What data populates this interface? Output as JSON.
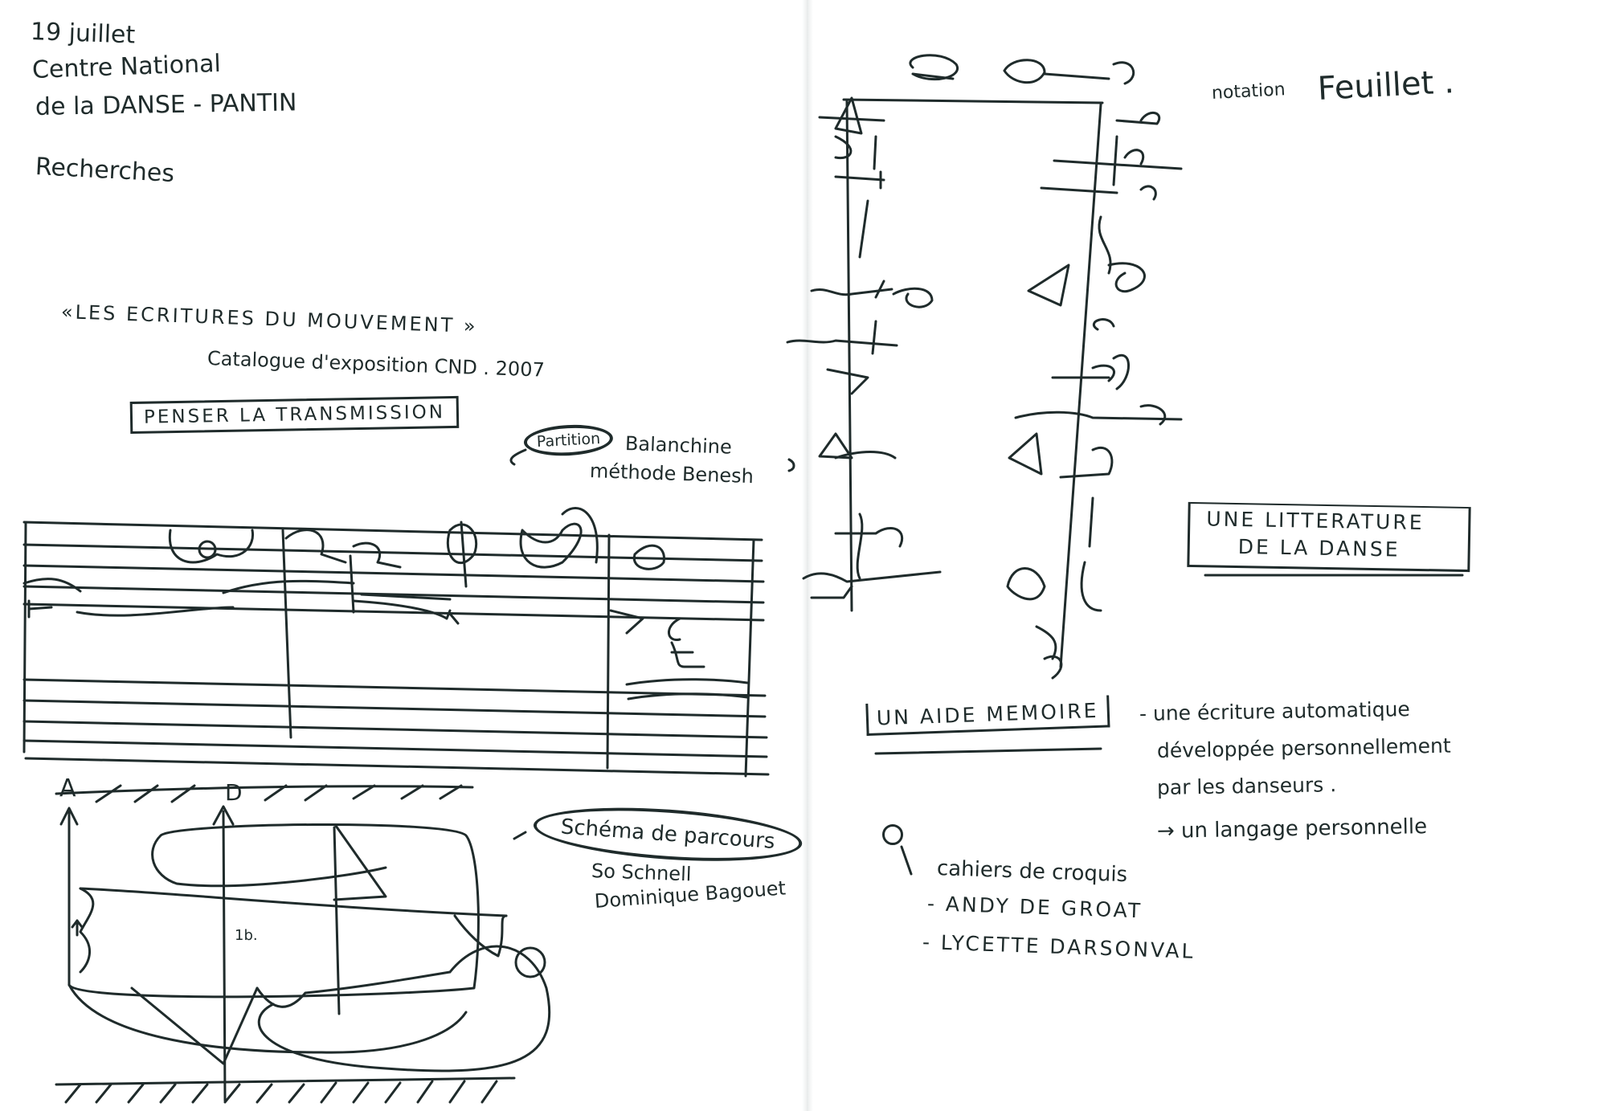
{
  "left_page": {
    "header": {
      "date": "19 juillet",
      "place_line1": "Centre National",
      "place_line2": "de la DANSE - PANTIN",
      "section": "Recherches"
    },
    "catalogue": {
      "title": "«LES ECRITURES DU MOUVEMENT »",
      "subtitle": "Catalogue d'exposition CND . 2007"
    },
    "boxed_title": "PENSER LA TRANSMISSION",
    "partition": {
      "label": "Partition",
      "line1": "Balanchine",
      "line2": "méthode Benesh"
    },
    "schema": {
      "label": "Schéma de parcours",
      "line1": "So Schnell",
      "line2": "Dominique Bagouet"
    },
    "stage_marks": {
      "mark_a": "A",
      "mark_d": "D",
      "mark_small": "1b."
    }
  },
  "right_page": {
    "notation": {
      "prefix": "notation",
      "name": "Feuillet ."
    },
    "boxed_title": {
      "line1": "UNE LITTERATURE",
      "line2": "DE LA DANSE"
    },
    "aide": {
      "label": "UN AIDE MEMOIRE",
      "line1": "- une écriture automatique",
      "line2": "développée personnellement",
      "line3": "par les danseurs .",
      "line4": "→ un langage personnelle"
    },
    "cahiers": {
      "title": "cahiers de croquis",
      "item1": "- ANDY DE GROAT",
      "item2": "- LYCETTE DARSONVAL"
    }
  }
}
